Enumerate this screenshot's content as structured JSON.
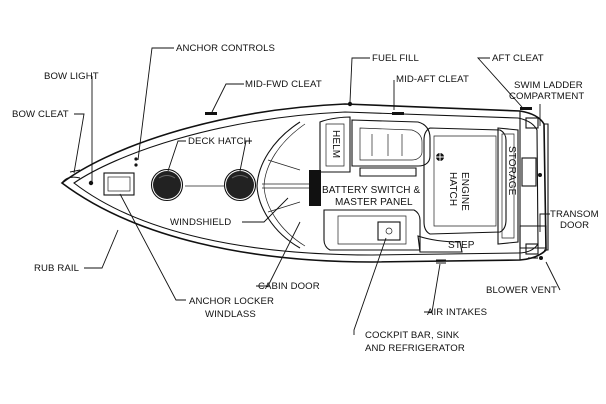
{
  "labels": {
    "anchor_controls": "ANCHOR CONTROLS",
    "fuel_fill": "FUEL FILL",
    "aft_cleat": "AFT CLEAT",
    "bow_light": "BOW LIGHT",
    "mid_fwd_cleat": "MID-FWD CLEAT",
    "mid_aft_cleat": "MID-AFT CLEAT",
    "swim_ladder_compartment_line1": "SWIM LADDER",
    "swim_ladder_compartment_line2": "COMPARTMENT",
    "bow_cleat": "BOW CLEAT",
    "deck_hatch": "DECK HATCH",
    "helm": "HELM",
    "storage": "STORAGE",
    "engine_hatch_line1": "ENGINE",
    "engine_hatch_line2": "HATCH",
    "battery_switch_line1": "BATTERY SWITCH &",
    "battery_switch_line2": "MASTER PANEL",
    "transom_door_line1": "TRANSOM",
    "transom_door_line2": "DOOR",
    "windshield": "WINDSHIELD",
    "step": "STEP",
    "rub_rail": "RUB RAIL",
    "cabin_door": "CABIN DOOR",
    "blower_vent": "BLOWER VENT",
    "anchor_locker_line1": "ANCHOR LOCKER",
    "anchor_locker_line2": "WINDLASS",
    "air_intakes": "AIR INTAKES",
    "cockpit_bar_line1": "COCKPIT BAR, SINK",
    "cockpit_bar_line2": "AND REFRIGERATOR"
  }
}
